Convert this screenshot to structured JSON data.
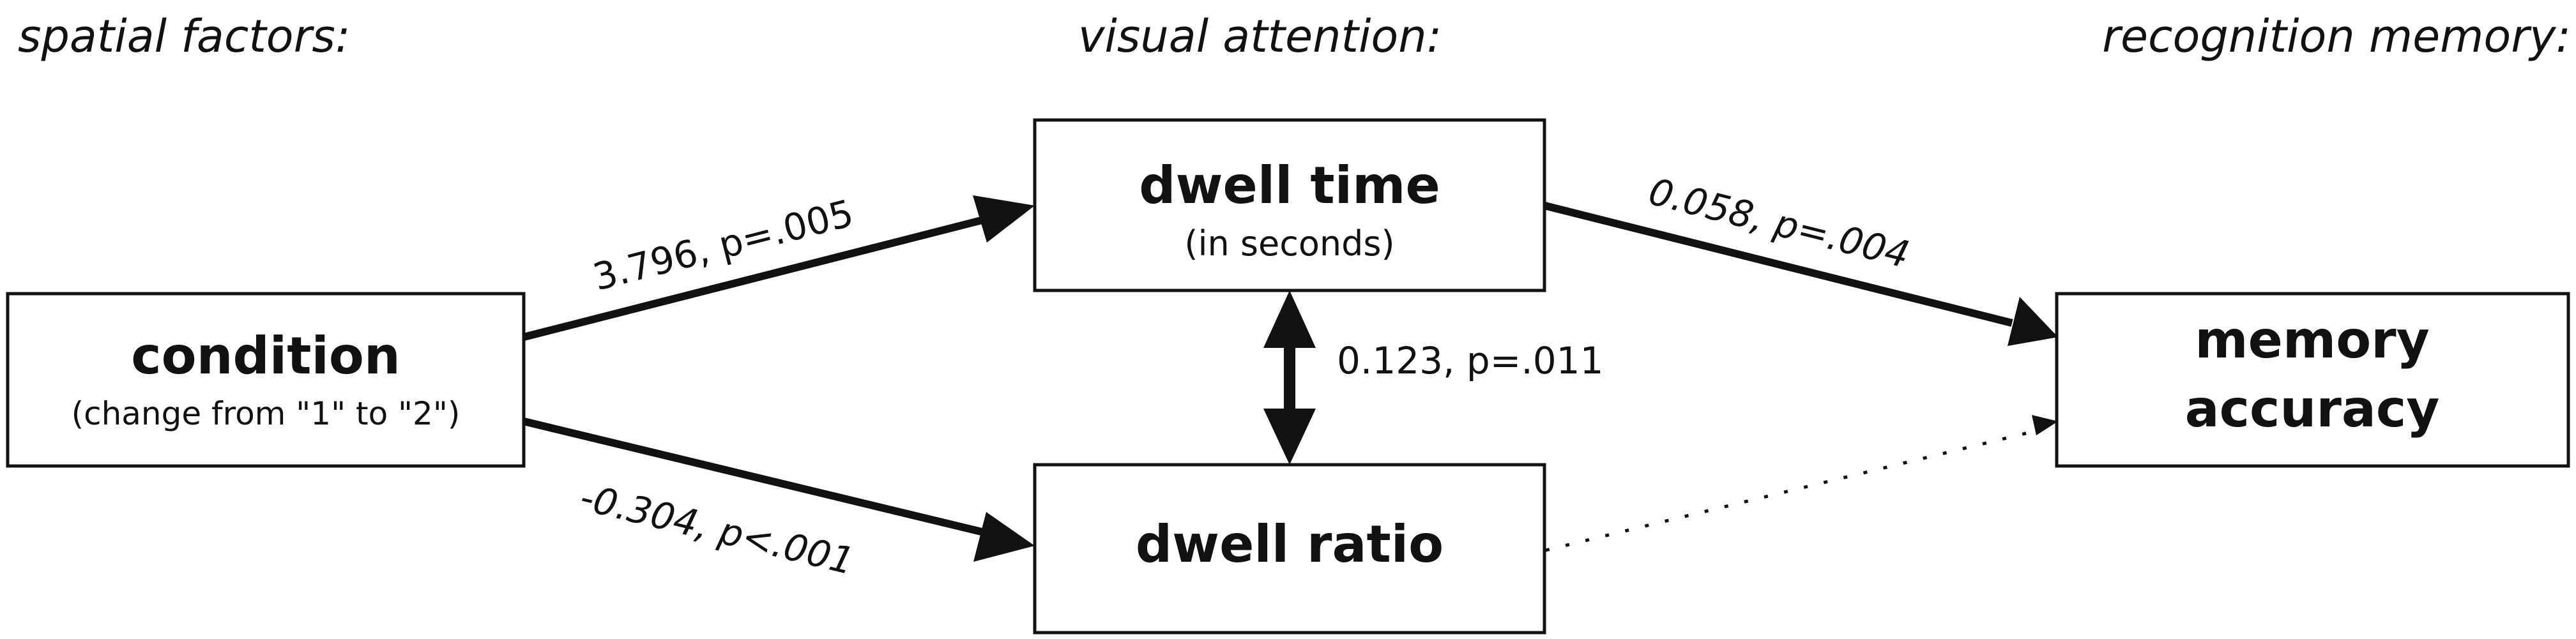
{
  "headers": {
    "spatial": "spatial factors:",
    "attention": "visual attention:",
    "memory": "recognition memory:"
  },
  "nodes": {
    "condition": {
      "title": "condition",
      "subtitle": "(change from \"1\" to \"2\")"
    },
    "dwell_time": {
      "title": "dwell time",
      "subtitle": "(in seconds)"
    },
    "dwell_ratio": {
      "title": "dwell ratio"
    },
    "memory_accuracy": {
      "title_line1": "memory",
      "title_line2": "accuracy"
    }
  },
  "paths": {
    "condition_to_dwell_time": "3.796, p=.005",
    "condition_to_dwell_ratio": "-0.304, p<.001",
    "dwell_time_to_memory": "0.058, p=.004",
    "dwell_time_dwell_ratio": "0.123, p=.011"
  },
  "colors": {
    "ink": "#111111",
    "background": "#ffffff"
  }
}
